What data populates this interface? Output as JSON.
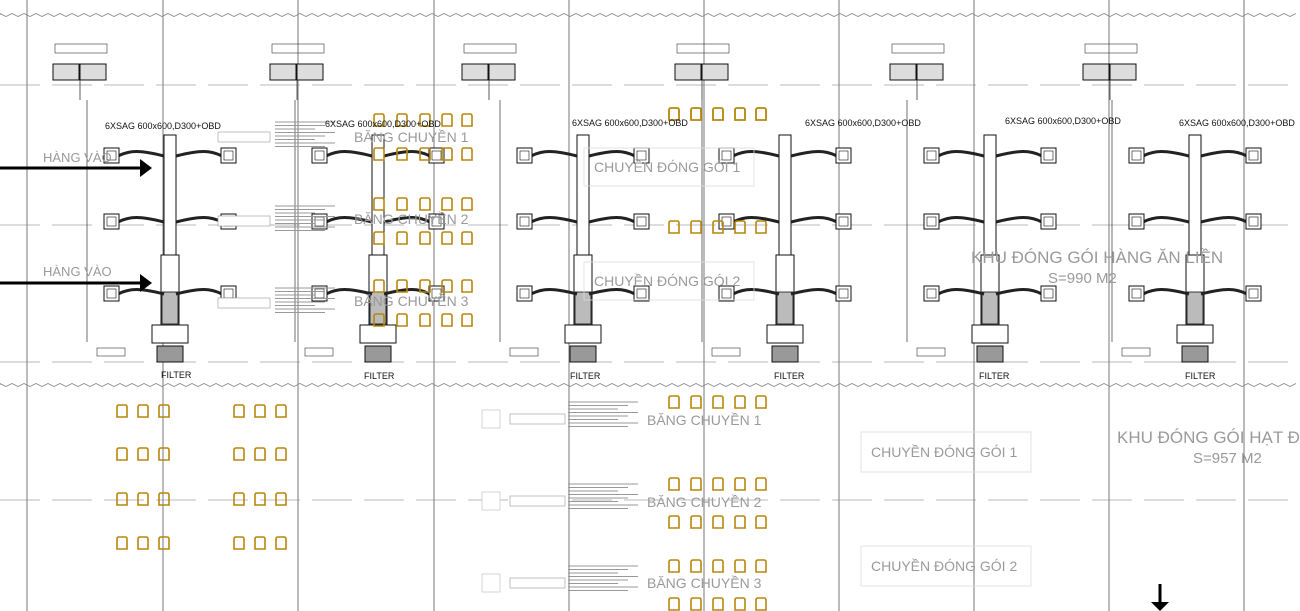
{
  "drawing": {
    "duct_labels": [
      "6XSAG 600x600,D300+OBD",
      "6XSAG 600x600,D300+OBD",
      "6XSAG 600x600,D300+OBD",
      "6XSAG 600x600,D300+OBD",
      "6XSAG 600x600,D300+OBD",
      "6XSAG 600x600,D300+OBD"
    ],
    "filter_label": "FILTER",
    "entry_labels": [
      "HÀNG VÀO",
      "HÀNG VÀO"
    ],
    "upper_conveyors": [
      "BĂNG CHUYỀN 1",
      "BĂNG CHUYỀN 2",
      "BĂNG CHUYỀN 3"
    ],
    "upper_packing": [
      "CHUYỀN ĐÓNG GÓI 1",
      "CHUYỀN ĐÓNG GÓI 2"
    ],
    "zone_upper": {
      "name": "KHU ĐÓNG GÓI HÀNG ĂN LIỀN",
      "area": "S=990 M2"
    },
    "lower_conveyors": [
      "BĂNG CHUYỀN 1",
      "BĂNG CHUYỀN 2",
      "BĂNG CHUYỀN 3"
    ],
    "lower_packing": [
      "CHUYỀN ĐÓNG GÓI 1",
      "CHUYỀN ĐÓNG GÓI 2"
    ],
    "zone_lower": {
      "name": "KHU ĐÓNG GÓI HẠT ĐIỀU",
      "area": "S=957 M2"
    },
    "colors": {
      "line": "#111111",
      "grid": "#555555",
      "grey_text": "#9a9a9a",
      "chair": "#b8860b"
    }
  }
}
